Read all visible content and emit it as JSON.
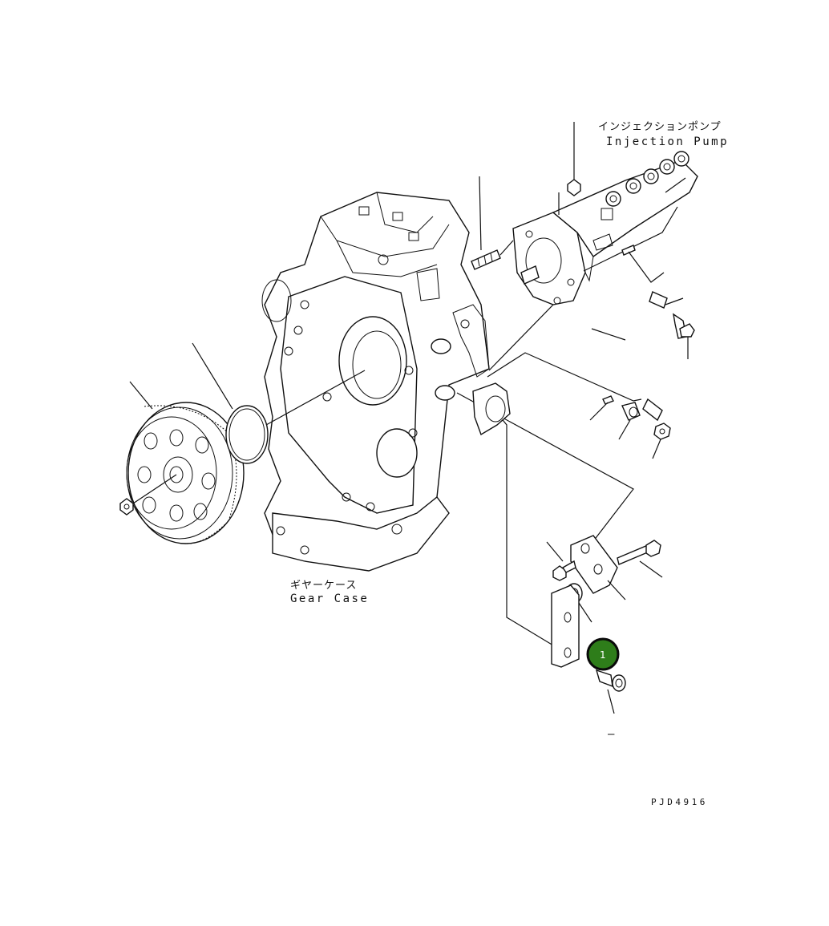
{
  "labels": {
    "injection_pump_jp": "インジェクションポンプ",
    "injection_pump_en": "Injection Pump",
    "gear_case_jp": "ギヤーケース",
    "gear_case_en": "Gear Case",
    "drawing_code": "PJD4916",
    "dash_mark": "–"
  },
  "callout": {
    "number": "1",
    "fill_color": "#2e7d1a",
    "ring_color": "#0a0a0a"
  },
  "icons": [
    "gear-icon",
    "o-ring-icon",
    "bolt-icon",
    "nut-icon",
    "bracket-icon",
    "pipe-icon"
  ]
}
